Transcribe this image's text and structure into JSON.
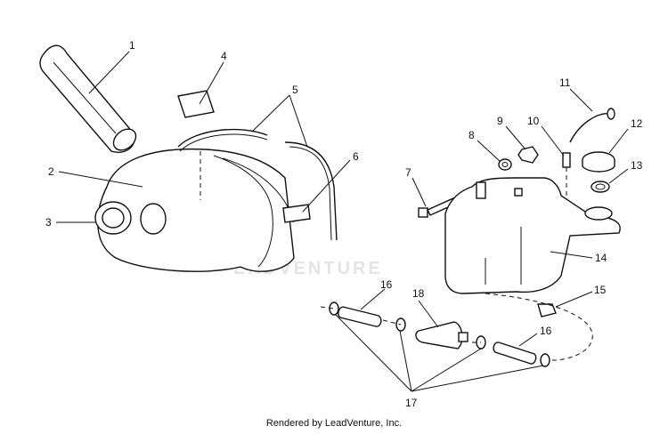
{
  "watermark": "EADVENTURE",
  "credit": "Rendered by LeadVenture, Inc.",
  "part_numbers": {
    "p1": "1",
    "p2": "2",
    "p3": "3",
    "p4": "4",
    "p5": "5",
    "p6": "6",
    "p7": "7",
    "p8": "8",
    "p9": "9",
    "p10": "10",
    "p11": "11",
    "p12": "12",
    "p13": "13",
    "p14": "14",
    "p15": "15",
    "p16a": "16",
    "p16b": "16",
    "p17": "17",
    "p18": "18"
  }
}
